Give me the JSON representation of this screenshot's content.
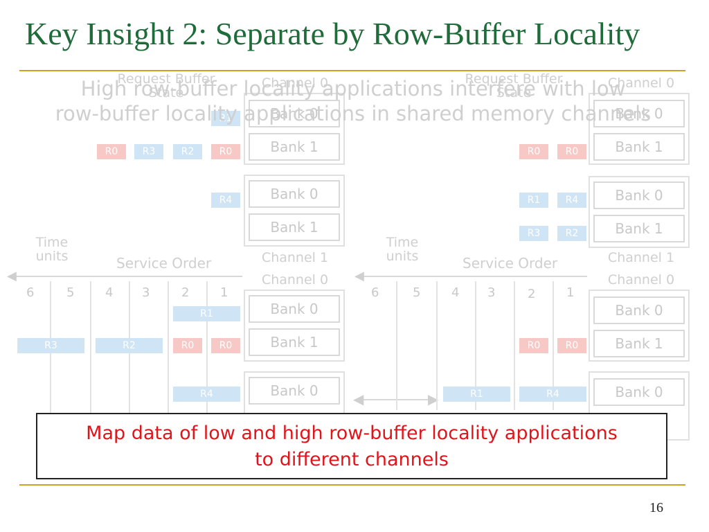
{
  "slide": {
    "title": "Key Insight 2: Separate by Row-Buffer Locality",
    "insight_line1": "High row-buffer locality applications interfere with low",
    "insight_line2": "row-buffer locality applications in shared memory channels",
    "callout_line1": "Map data of low and high row-buffer locality applications",
    "callout_line2": "to different channels",
    "page_number": "16"
  },
  "diagram": {
    "request_buffer_state": "Request Buffer State",
    "time_units": "Time units",
    "service_order": "Service Order",
    "channel_0": "Channel 0",
    "channel_1": "Channel 1",
    "bank_0": "Bank 0",
    "bank_1": "Bank 1",
    "ticks": [
      "6",
      "5",
      "4",
      "3",
      "2",
      "1"
    ],
    "requests": {
      "r0": "R0",
      "r1": "R1",
      "r2": "R2",
      "r3": "R3",
      "r4": "R4"
    }
  },
  "colors": {
    "title": "#1f6b3a",
    "rule": "#c9a227",
    "callout_text": "#e0151b",
    "low_locality_request": "#f6c9c6",
    "high_locality_request": "#cfe4f4"
  }
}
